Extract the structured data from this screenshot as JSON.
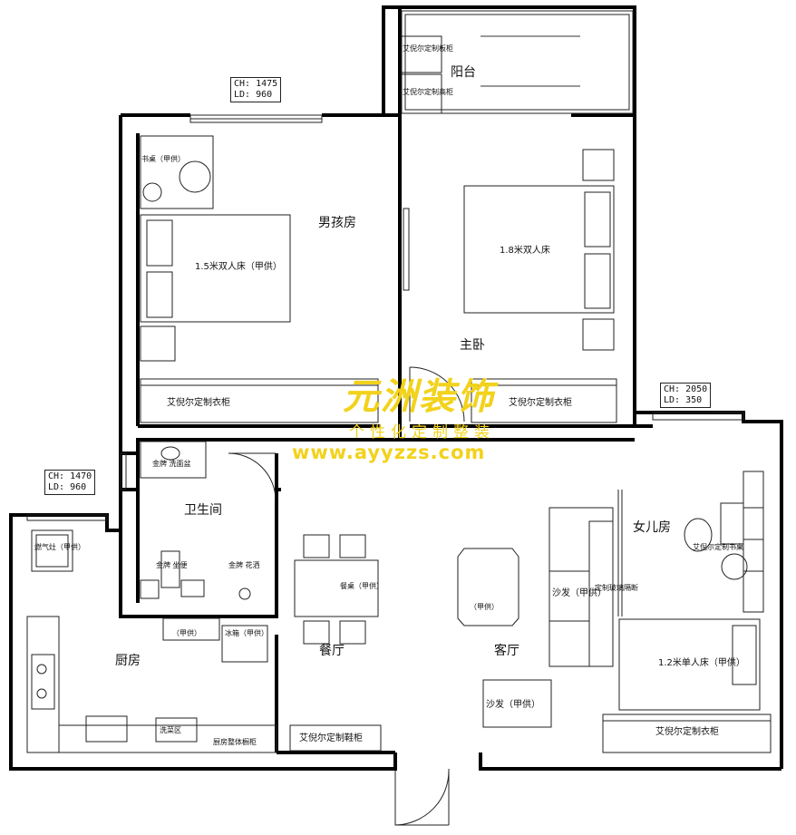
{
  "rooms": {
    "balcony": "阳台",
    "boys_room": "男孩房",
    "master": "主卧",
    "girls_room": "女儿房",
    "bathroom": "卫生间",
    "kitchen": "厨房",
    "dining": "餐厅",
    "living": "客厅"
  },
  "tags": [
    {
      "ch": "CH: 1475",
      "ld": "LD: 960"
    },
    {
      "ch": "CH: 1470",
      "ld": "LD: 960"
    },
    {
      "ch": "CH: 2050",
      "ld": "LD: 350"
    }
  ],
  "furniture": {
    "balcony_cab1": "艾倪尔定制板柜",
    "balcony_cab2": "艾倪尔定制高柜",
    "desk": "书桌（甲供）",
    "bed_15": "1.5米双人床（甲供）",
    "bed_18": "1.8米双人床",
    "wardrobe_boy": "艾倪尔定制衣柜",
    "wardrobe_master": "艾倪尔定制衣柜",
    "basin": "金牌 洗面盆",
    "toilet": "金牌 坐便",
    "shower": "金牌 花洒",
    "fridge": "冰箱（甲供）",
    "range_hood": "（甲供）",
    "stove": "燃气灶（甲供）",
    "sink": "洗菜区",
    "kitchen_cab": "厨房整体橱柜",
    "shoe_cab": "艾倪尔定制鞋柜",
    "dining_set": "餐桌（甲供）",
    "coffee_table": "（甲供）",
    "sofa": "沙发（甲供）",
    "sofa2": "沙发（甲供）",
    "glass_partition": "定制玻璃隔断",
    "study_desk": "艾倪尔定制书桌",
    "bed_12": "1.2米单人床（甲供）",
    "wardrobe_girl": "艾倪尔定制衣柜"
  },
  "watermark": {
    "brand": "元洲装饰",
    "slogan": "个性化定制整装",
    "url": "www.ayyzzs.com"
  },
  "colors": {
    "wall": "#000000",
    "line": "#222222",
    "watermark": "#f2d21b"
  }
}
